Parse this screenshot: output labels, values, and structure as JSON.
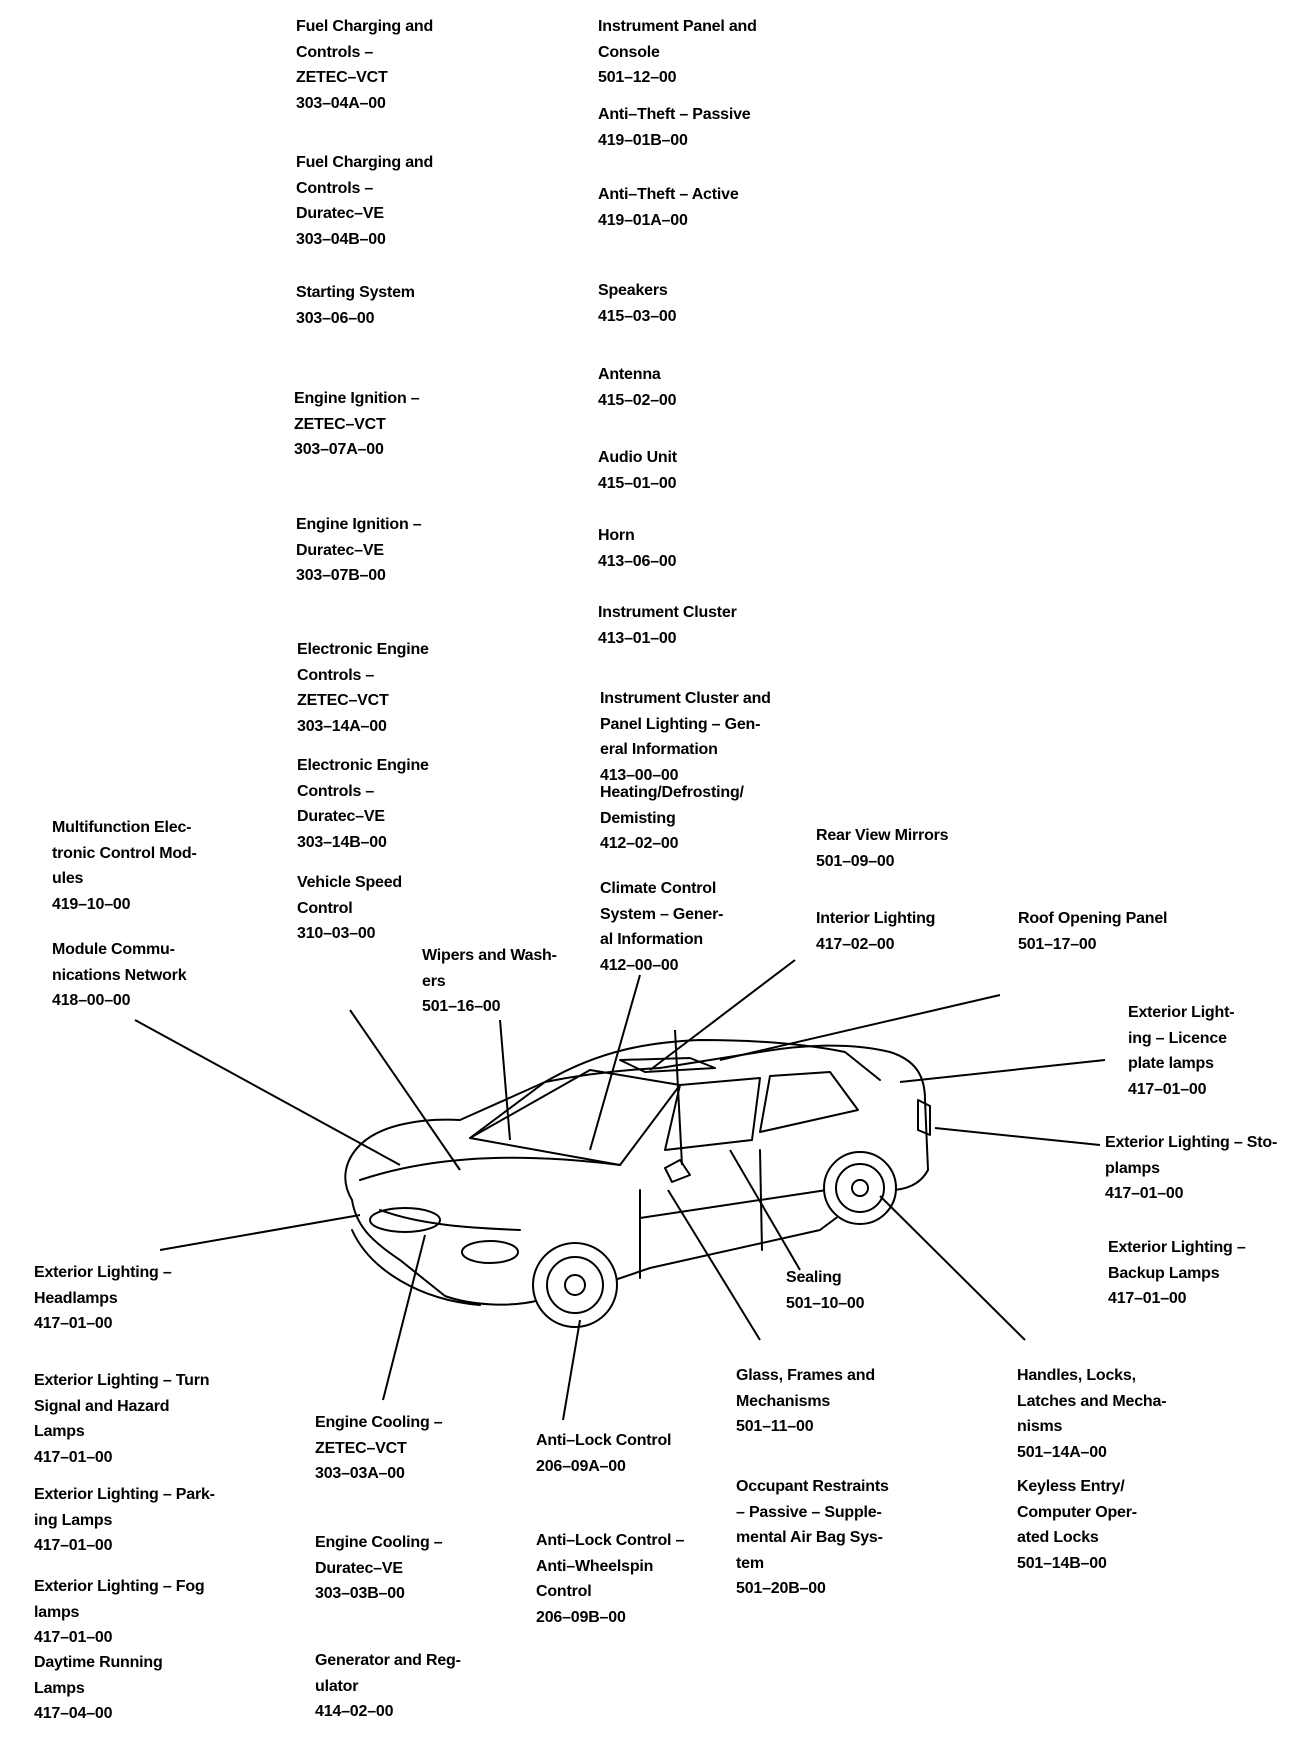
{
  "labels": [
    {
      "id": "fuel-charging-zetec",
      "lines": [
        "Fuel Charging and",
        "Controls –",
        "ZETEC–VCT"
      ],
      "code": "303–04A–00"
    },
    {
      "id": "fuel-charging-duratec",
      "lines": [
        "Fuel Charging and",
        "Controls –",
        "Duratec–VE"
      ],
      "code": "303–04B–00"
    },
    {
      "id": "starting-system",
      "lines": [
        "Starting System"
      ],
      "code": "303–06–00"
    },
    {
      "id": "engine-ignition-zetec",
      "lines": [
        "Engine Ignition –",
        "ZETEC–VCT"
      ],
      "code": "303–07A–00"
    },
    {
      "id": "engine-ignition-duratec",
      "lines": [
        "Engine Ignition –",
        "Duratec–VE"
      ],
      "code": "303–07B–00"
    },
    {
      "id": "eec-zetec",
      "lines": [
        "Electronic Engine",
        "Controls –",
        "ZETEC–VCT"
      ],
      "code": "303–14A–00"
    },
    {
      "id": "eec-duratec",
      "lines": [
        "Electronic Engine",
        "Controls –",
        "Duratec–VE"
      ],
      "code": "303–14B–00"
    },
    {
      "id": "vehicle-speed-control",
      "lines": [
        "Vehicle Speed",
        "Control"
      ],
      "code": "310–03–00"
    },
    {
      "id": "instrument-panel-console",
      "lines": [
        "Instrument Panel and",
        "Console"
      ],
      "code": "501–12–00"
    },
    {
      "id": "anti-theft-passive",
      "lines": [
        "Anti–Theft – Passive"
      ],
      "code": "419–01B–00"
    },
    {
      "id": "anti-theft-active",
      "lines": [
        "Anti–Theft – Active"
      ],
      "code": "419–01A–00"
    },
    {
      "id": "speakers",
      "lines": [
        "Speakers"
      ],
      "code": "415–03–00"
    },
    {
      "id": "antenna",
      "lines": [
        "Antenna"
      ],
      "code": "415–02–00"
    },
    {
      "id": "audio-unit",
      "lines": [
        "Audio Unit"
      ],
      "code": "415–01–00"
    },
    {
      "id": "horn",
      "lines": [
        "Horn"
      ],
      "code": "413–06–00"
    },
    {
      "id": "instrument-cluster",
      "lines": [
        "Instrument Cluster"
      ],
      "code": "413–01–00"
    },
    {
      "id": "instrument-cluster-lighting",
      "lines": [
        "Instrument Cluster and",
        "Panel Lighting – Gen-",
        "eral Information"
      ],
      "code": "413–00–00"
    },
    {
      "id": "heating-defrosting",
      "lines": [
        "Heating/Defrosting/",
        "Demisting"
      ],
      "code": "412–02–00"
    },
    {
      "id": "climate-control",
      "lines": [
        "Climate Control",
        "System – Gener-",
        "al Information"
      ],
      "code": "412–00–00"
    },
    {
      "id": "multifunction-ecm",
      "lines": [
        "Multifunction Elec-",
        "tronic Control Mod-",
        "ules"
      ],
      "code": "419–10–00"
    },
    {
      "id": "module-comm-network",
      "lines": [
        "Module Commu-",
        "nications Network"
      ],
      "code": "418–00–00"
    },
    {
      "id": "wipers-washers",
      "lines": [
        "Wipers and Wash-",
        "ers"
      ],
      "code": "501–16–00"
    },
    {
      "id": "rear-view-mirrors",
      "lines": [
        "Rear View Mirrors"
      ],
      "code": "501–09–00"
    },
    {
      "id": "interior-lighting",
      "lines": [
        "Interior Lighting"
      ],
      "code": "417–02–00"
    },
    {
      "id": "roof-opening-panel",
      "lines": [
        "Roof Opening Panel"
      ],
      "code": "501–17–00"
    },
    {
      "id": "licence-plate-lamps",
      "lines": [
        "Exterior Light-",
        "ing – Licence",
        "plate lamps"
      ],
      "code": "417–01–00"
    },
    {
      "id": "stoplamps",
      "lines": [
        "Exterior Lighting – Sto-",
        "plamps"
      ],
      "code": "417–01–00"
    },
    {
      "id": "backup-lamps",
      "lines": [
        "Exterior Lighting –",
        "Backup Lamps"
      ],
      "code": "417–01–00"
    },
    {
      "id": "headlamps",
      "lines": [
        "Exterior Lighting –",
        "Headlamps"
      ],
      "code": "417–01–00"
    },
    {
      "id": "turn-hazard-lamps",
      "lines": [
        "Exterior Lighting – Turn",
        "Signal and Hazard",
        "Lamps"
      ],
      "code": "417–01–00"
    },
    {
      "id": "parking-lamps",
      "lines": [
        "Exterior Lighting – Park-",
        "ing Lamps"
      ],
      "code": "417–01–00"
    },
    {
      "id": "fog-lamps",
      "lines": [
        "Exterior Lighting – Fog",
        "lamps"
      ],
      "code": "417–01–00"
    },
    {
      "id": "daytime-running-lamps",
      "lines": [
        "Daytime Running",
        "Lamps"
      ],
      "code": "417–04–00"
    },
    {
      "id": "engine-cooling-zetec",
      "lines": [
        "Engine Cooling –",
        "ZETEC–VCT"
      ],
      "code": "303–03A–00"
    },
    {
      "id": "engine-cooling-duratec",
      "lines": [
        "Engine Cooling –",
        "Duratec–VE"
      ],
      "code": "303–03B–00"
    },
    {
      "id": "generator-regulator",
      "lines": [
        "Generator and Reg-",
        "ulator"
      ],
      "code": "414–02–00"
    },
    {
      "id": "anti-lock-control",
      "lines": [
        "Anti–Lock Control"
      ],
      "code": "206–09A–00"
    },
    {
      "id": "anti-wheelspin-control",
      "lines": [
        "Anti–Lock Control –",
        "Anti–Wheelspin",
        "Control"
      ],
      "code": "206–09B–00"
    },
    {
      "id": "sealing",
      "lines": [
        "Sealing"
      ],
      "code": "501–10–00"
    },
    {
      "id": "glass-frames",
      "lines": [
        "Glass, Frames and",
        "Mechanisms"
      ],
      "code": "501–11–00"
    },
    {
      "id": "occupant-restraints",
      "lines": [
        "Occupant Restraints",
        "– Passive – Supple-",
        "mental Air Bag Sys-",
        "tem"
      ],
      "code": "501–20B–00"
    },
    {
      "id": "handles-locks",
      "lines": [
        "Handles, Locks,",
        "Latches and Mecha-",
        "nisms"
      ],
      "code": "501–14A–00"
    },
    {
      "id": "keyless-entry",
      "lines": [
        "Keyless Entry/",
        "Computer Oper-",
        "ated Locks"
      ],
      "code": "501–14B–00"
    }
  ]
}
